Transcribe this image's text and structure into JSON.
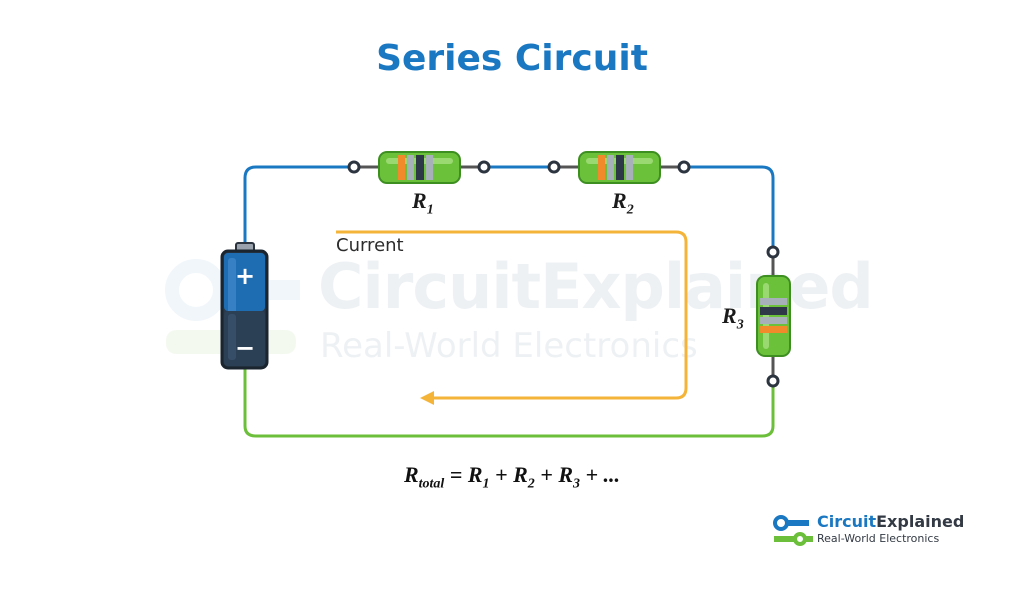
{
  "title": "Series Circuit",
  "watermark": {
    "main": "CircuitExplained",
    "sub": "Real-World Electronics"
  },
  "battery": {
    "plus": "+",
    "minus": "−"
  },
  "labels": {
    "r1": {
      "main": "R",
      "sub": "1"
    },
    "r2": {
      "main": "R",
      "sub": "2"
    },
    "r3": {
      "main": "R",
      "sub": "3"
    },
    "current": "Current"
  },
  "formula": {
    "lhs_main": "R",
    "lhs_sub": "total",
    "eq": " = ",
    "t1_main": "R",
    "t1_sub": "1",
    "plus1": " + ",
    "t2_main": "R",
    "t2_sub": "2",
    "plus2": " + ",
    "t3_main": "R",
    "t3_sub": "3",
    "tail": " + ..."
  },
  "logo": {
    "part1": "Circuit",
    "part2": "Explained",
    "sub": "Real-World Electronics"
  },
  "colors": {
    "title": "#1a78c2",
    "wire_blue": "#1a78c2",
    "wire_green": "#6cbf3a",
    "current_arrow": "#f4b43a",
    "resistor_body": "#6cc13a",
    "battery_top": "#1e6db3",
    "battery_bottom": "#2a3a4a"
  }
}
